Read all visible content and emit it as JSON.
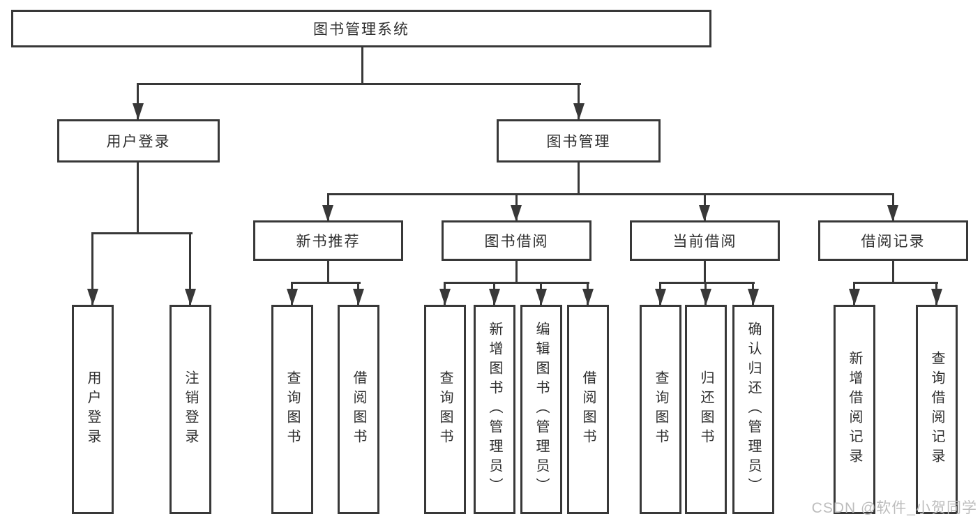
{
  "tree": {
    "root": "图书管理系统",
    "user_login": {
      "label": "用户登录",
      "children": [
        "用户登录",
        "注销登录"
      ]
    },
    "book_management": {
      "label": "图书管理",
      "groups": [
        {
          "label": "新书推荐",
          "children": [
            "查询图书",
            "借阅图书"
          ]
        },
        {
          "label": "图书借阅",
          "children": [
            "查询图书",
            "新增图书（管理员）",
            "编辑图书（管理员）",
            "借阅图书"
          ]
        },
        {
          "label": "当前借阅",
          "children": [
            "查询图书",
            "归还图书",
            "确认归还（管理员）"
          ]
        },
        {
          "label": "借阅记录",
          "children": [
            "新增借阅记录",
            "查询借阅记录"
          ]
        }
      ]
    }
  },
  "watermark": "CSDN @软件_小贺同学",
  "colors": {
    "line": "#383838",
    "text": "#2f2f2f",
    "watermark": "#bdbdbd",
    "background": "#ffffff"
  }
}
